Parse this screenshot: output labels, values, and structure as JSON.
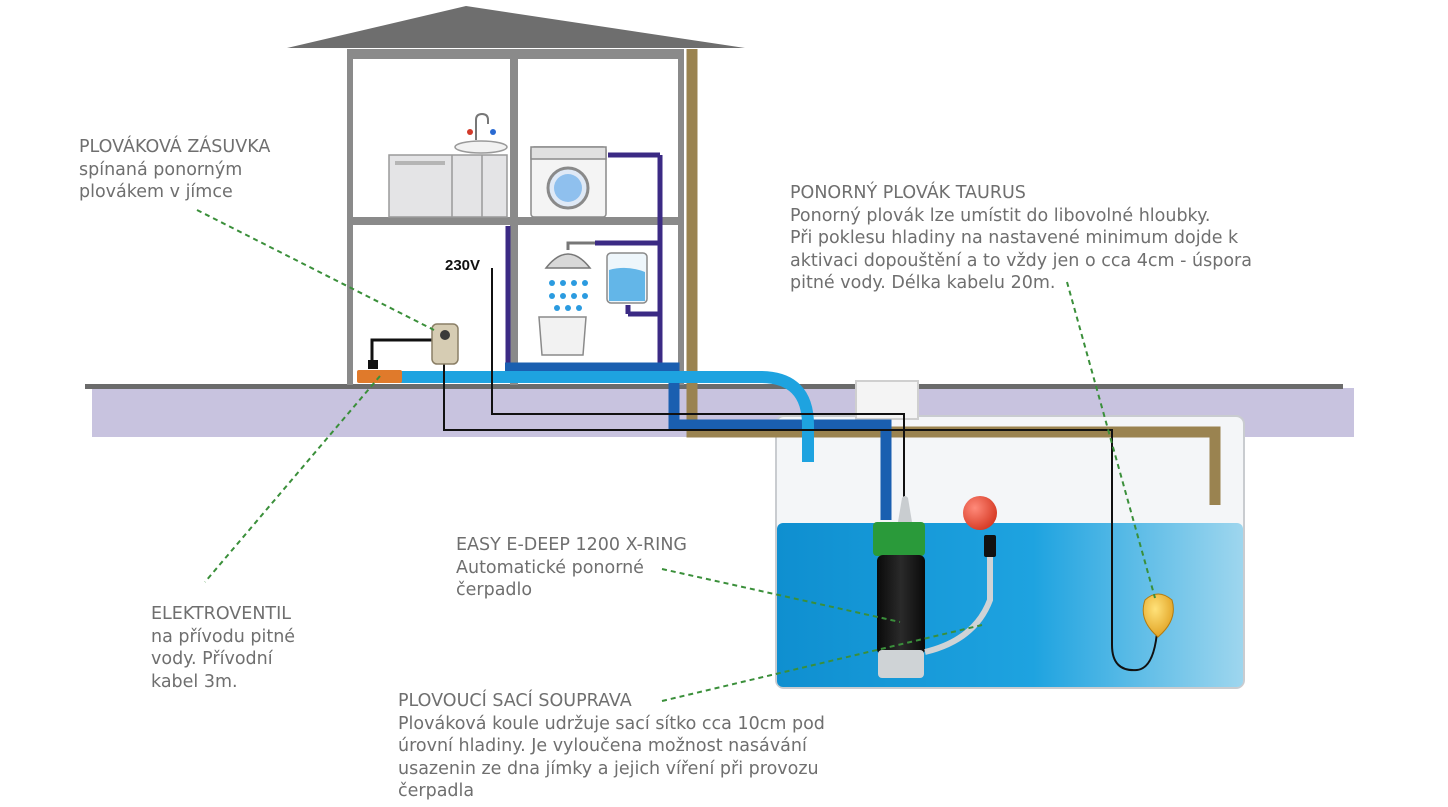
{
  "labels": {
    "plovakova_zasuvka": {
      "title": "PLOVÁKOVÁ ZÁSUVKA",
      "body": "spínaná ponorným\nplovákem v jímce"
    },
    "ponorny_plovak": {
      "title": "PONORNÝ PLOVÁK TAURUS",
      "body": "Ponorný plovák lze umístit do libovolné hloubky.\nPři poklesu hladiny na nastavené minimum dojde k\naktivaci dopouštění a to vždy jen o cca 4cm - úspora\npitné vody. Délka kabelu 20m."
    },
    "easy_edeep": {
      "title": "EASY E-DEEP 1200 X-RING",
      "body": "Automatické ponorné\nčerpadlo"
    },
    "elektroventil": {
      "title": "ELEKTROVENTIL",
      "body": "na přívodu pitné\nvody. Přívodní\nkabel 3m."
    },
    "plovouci_saci": {
      "title": "PLOVOUCÍ SACÍ SOUPRAVA",
      "body": "Plováková koule udržuje sací sítko cca 10cm pod\núrovní hladiny. Je vyloučena možnost nasávání\nusazenin ze dna jímky a jejich víření při provozu\nčerpadla"
    }
  },
  "voltage_label": "230V",
  "colors": {
    "ground": "#c8c3df",
    "water_light": "#a9dcef",
    "water_dark": "#1e9fd8",
    "pipe_blue": "#1a64b4",
    "pipe_light_blue": "#1ea3e0",
    "pipe_gold": "#9a8350",
    "pipe_purple": "#3b2a84",
    "leader_green": "#3a8f3a",
    "wall_grey": "#8a8a8a",
    "roof": "#6b6b6b"
  }
}
